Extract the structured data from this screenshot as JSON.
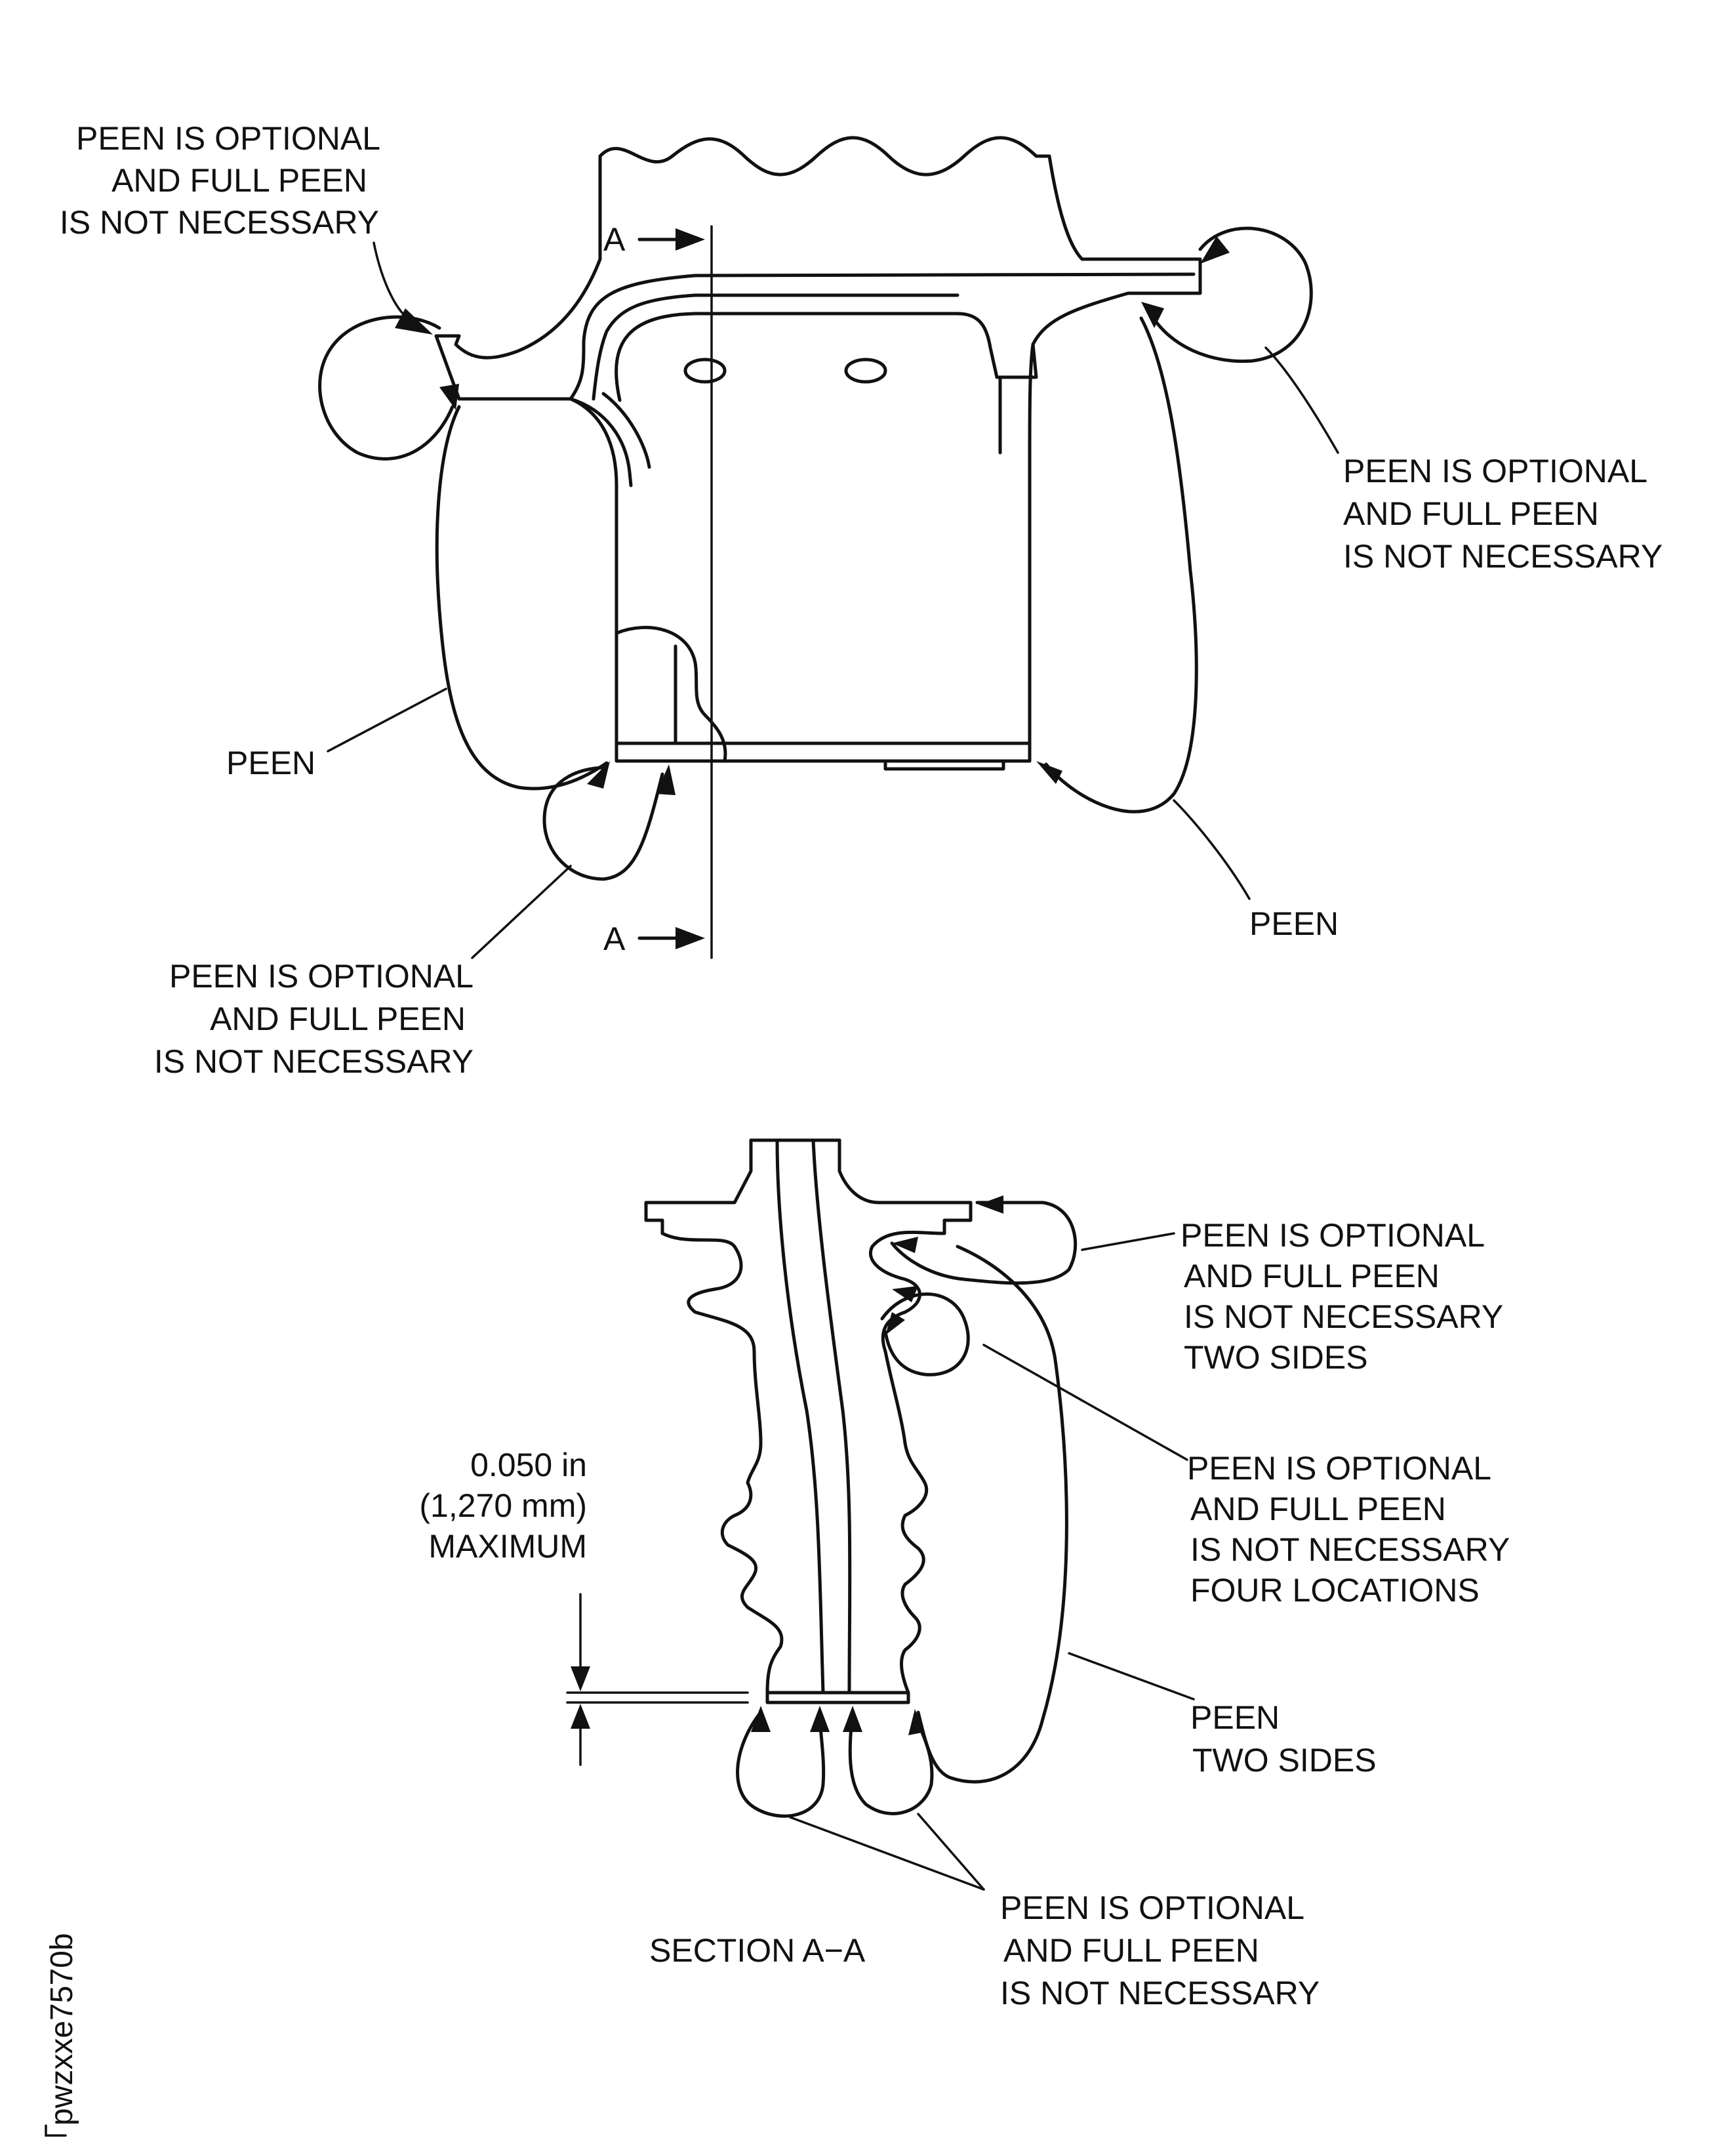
{
  "labels": {
    "top_left_optional": [
      "PEEN IS OPTIONAL",
      "AND FULL PEEN",
      "IS NOT NECESSARY"
    ],
    "top_right_optional": [
      "PEEN IS OPTIONAL",
      "AND FULL PEEN",
      "IS NOT NECESSARY"
    ],
    "bottom_left_optional": [
      "PEEN IS OPTIONAL",
      "AND FULL PEEN",
      "IS NOT NECESSARY"
    ],
    "peen_left": "PEEN",
    "peen_right": "PEEN",
    "section_marker_top": "A",
    "section_marker_bottom": "A",
    "sec_optional_two_sides": [
      "PEEN IS OPTIONAL",
      "AND FULL PEEN",
      "IS NOT NECESSARY",
      "TWO SIDES"
    ],
    "sec_optional_four_locations": [
      "PEEN IS OPTIONAL",
      "AND FULL PEEN",
      "IS NOT NECESSARY",
      "FOUR LOCATIONS"
    ],
    "sec_peen_two_sides": [
      "PEEN",
      "TWO SIDES"
    ],
    "sec_bottom_optional": [
      "PEEN IS OPTIONAL",
      "AND FULL PEEN",
      "IS NOT NECESSARY"
    ],
    "dimension": [
      "0.050 in",
      "(1,270 mm)",
      "MAXIMUM"
    ],
    "section_title": "SECTION A−A",
    "figure_code": "pwzxxe7570b"
  }
}
